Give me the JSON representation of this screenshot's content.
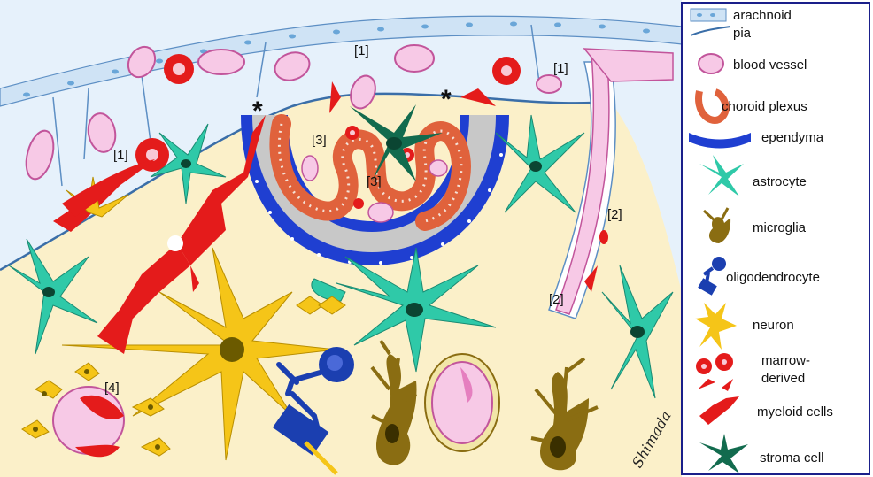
{
  "region_labels": {
    "subarachnoid_left": "[1]",
    "subarachnoid_top": "[1]",
    "subarachnoid_right": "[1]",
    "perivascular_upper": "[2]",
    "perivascular_lower": "[2]",
    "choroid_left": "[3]",
    "choroid_center": "[3]",
    "parenchyma": "[4]",
    "asterisk_left": "*",
    "asterisk_right": "*"
  },
  "signature": "Shimada",
  "legend": {
    "items": [
      {
        "id": "arachnoid",
        "label": "arachnoid"
      },
      {
        "id": "pia",
        "label": "pia"
      },
      {
        "id": "blood-vessel",
        "label": "blood vessel"
      },
      {
        "id": "choroid-plexus",
        "label": "choroid plexus"
      },
      {
        "id": "ependyma",
        "label": "ependyma"
      },
      {
        "id": "astrocyte",
        "label": "astrocyte"
      },
      {
        "id": "microglia",
        "label": "microglia"
      },
      {
        "id": "oligodendrocyte",
        "label": "oligodendrocyte"
      },
      {
        "id": "neuron",
        "label": "neuron"
      },
      {
        "id": "marrow",
        "label": "marrow-"
      },
      {
        "id": "derived",
        "label": "derived"
      },
      {
        "id": "myeloid",
        "label": "myeloid cells"
      },
      {
        "id": "stroma",
        "label": "stroma cell"
      }
    ]
  },
  "colors": {
    "parenchyma": "#fbf0c9",
    "csf_space": "#e6f1fb",
    "pia_line": "#3a6ea8",
    "vessel_fill": "#f7c9e6",
    "vessel_wall": "#c2559b",
    "ependyma": "#1f3fd1",
    "choroid": "#e0623c",
    "ventricle": "#c8c8c8",
    "astrocyte": "#2fc9a8",
    "neuron": "#f5c518",
    "microglia": "#8a6d12",
    "oligodendrocyte": "#1b3fb0",
    "myeloid": "#e41b1b",
    "stroma": "#126b4e",
    "legend_border": "#1a1f8a"
  }
}
